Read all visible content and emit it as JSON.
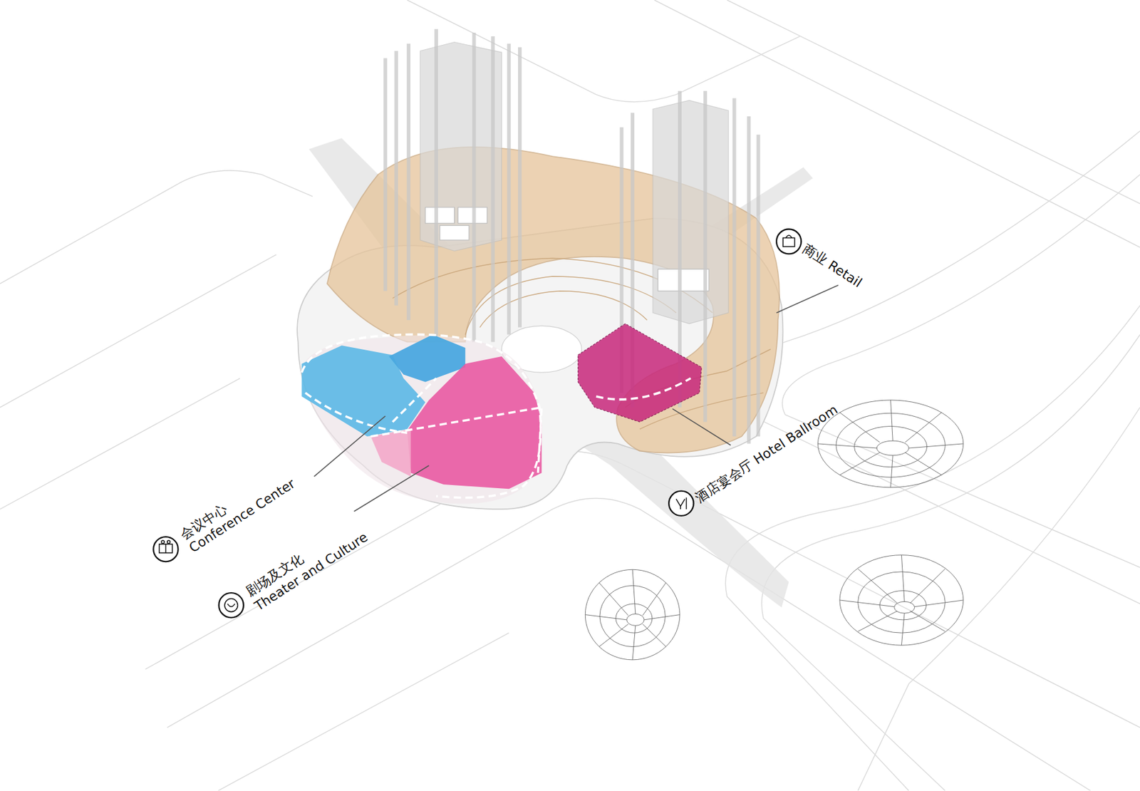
{
  "diagram": {
    "labels": [
      "会议中心",
      "Conference Center",
      "剧场及文化",
      "Theater and Culture",
      "商业 Retail",
      "酒店宴会厅 Hotel Ballroom"
    ]
  }
}
